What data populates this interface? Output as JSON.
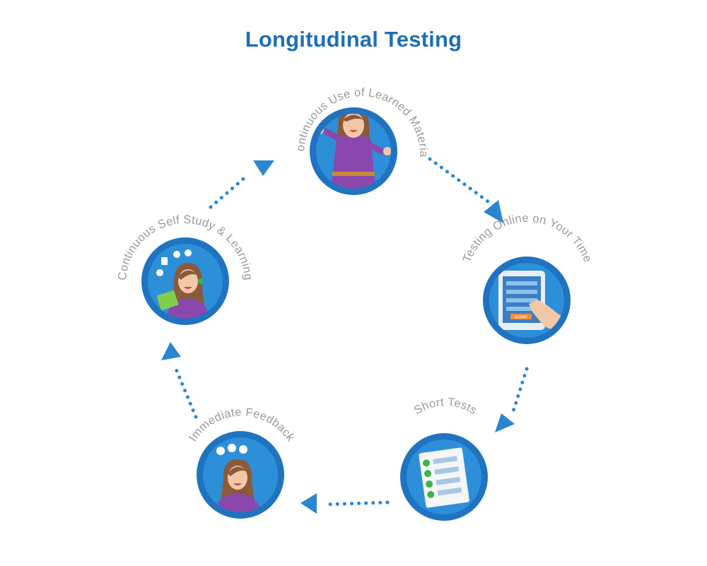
{
  "title": "Longitudinal Testing",
  "colors": {
    "title": "#1f6fb2",
    "ring": "#1f73c0",
    "inner": "#2d8fd8",
    "arrow": "#2a86d1",
    "label": "#9a9a9a",
    "purple": "#8a48ad",
    "hair": "#8a5a3a",
    "skin": "#f2c9a8",
    "check": "#3cb44a",
    "button": "#f28c38"
  },
  "stages": [
    {
      "id": "use",
      "label": "Continuous Use of Learned Material",
      "icon": "person-cheering-icon"
    },
    {
      "id": "online",
      "label": "Testing Online on Your Time",
      "icon": "tablet-test-icon",
      "button_text": "SUBMIT"
    },
    {
      "id": "short",
      "label": "Short Tests",
      "icon": "checklist-icon"
    },
    {
      "id": "feedback",
      "label": "Immediate Feedback",
      "icon": "person-feedback-icon"
    },
    {
      "id": "study",
      "label": "Continuous Self Study & Learning",
      "icon": "person-studying-icon"
    }
  ]
}
